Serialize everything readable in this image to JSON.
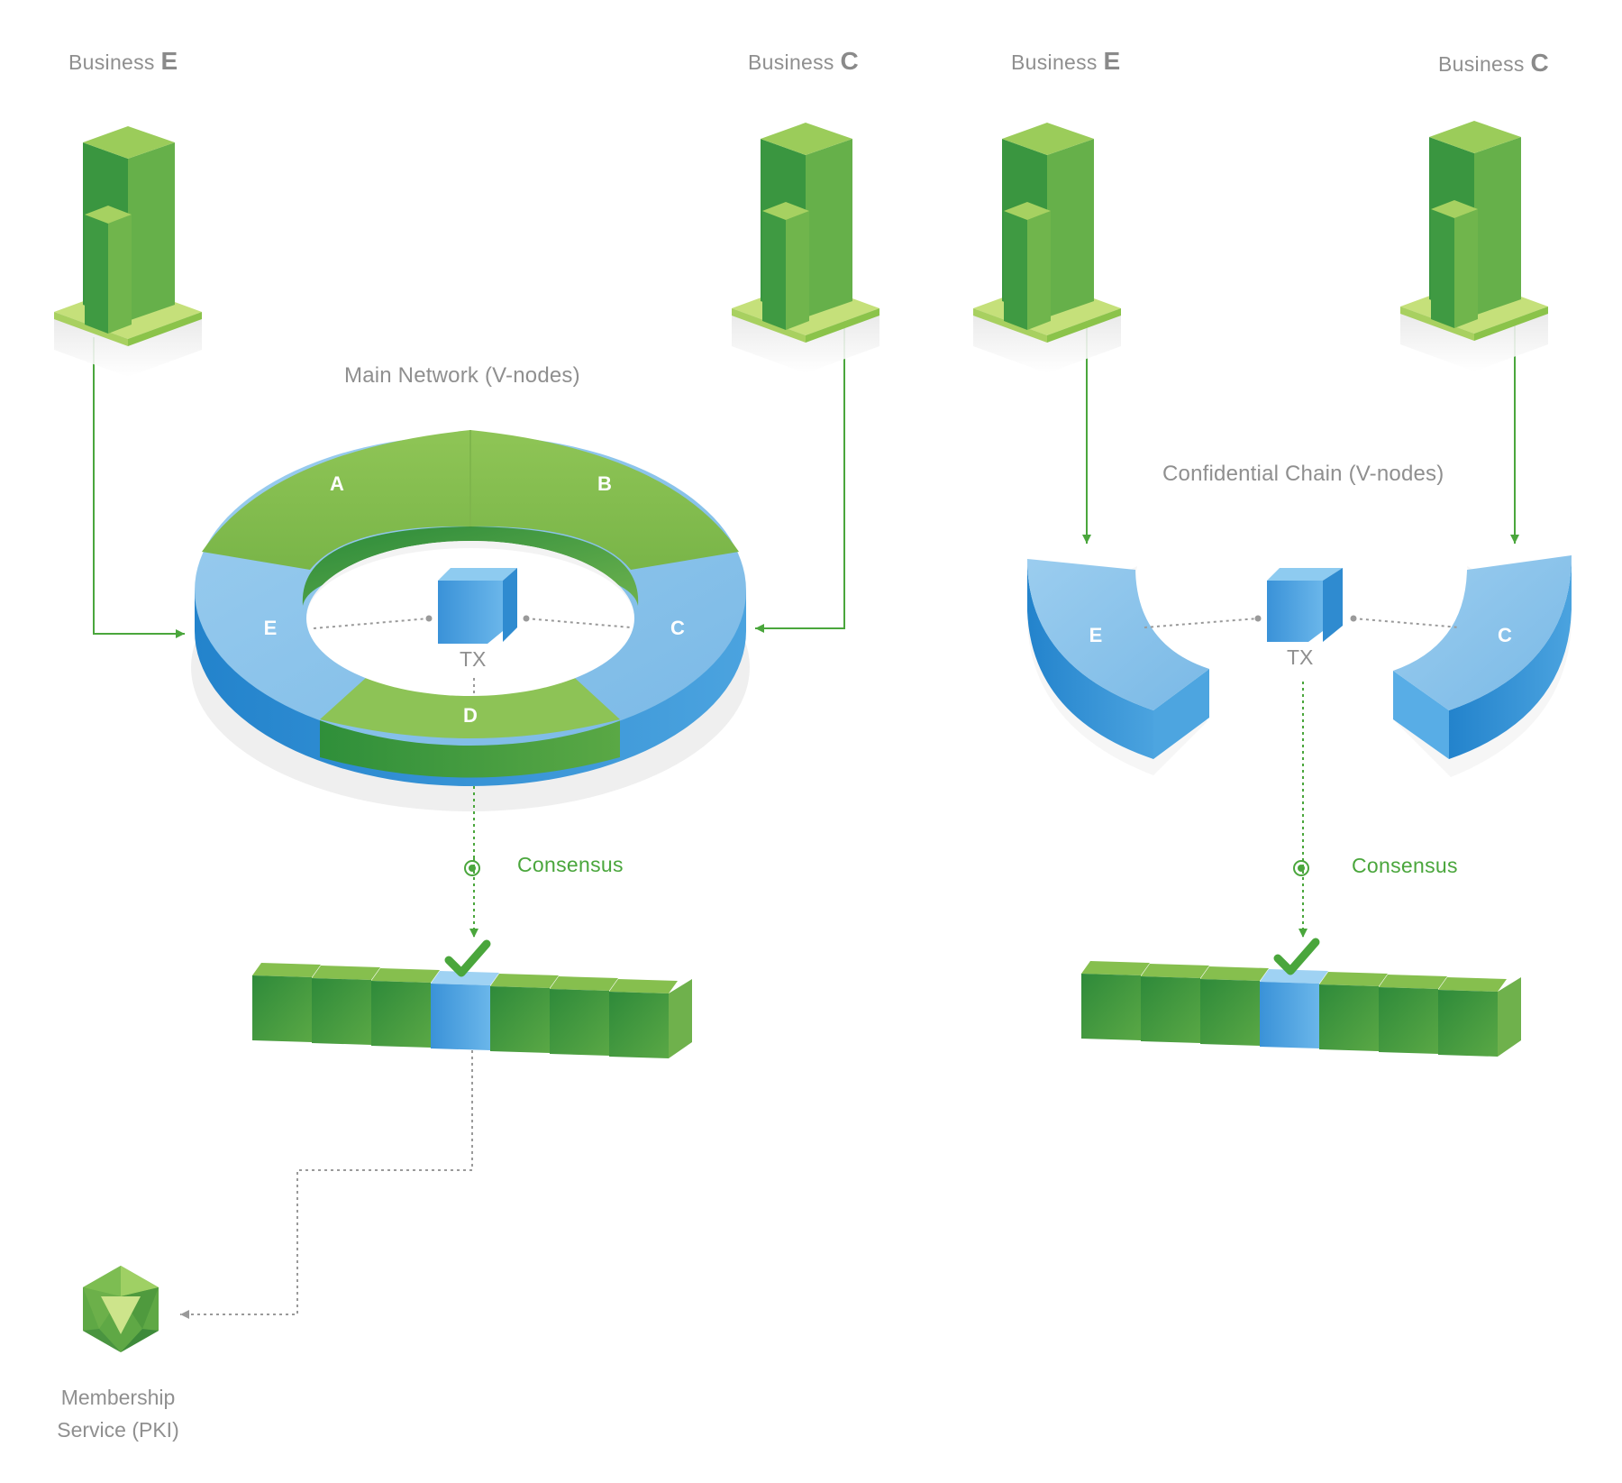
{
  "businesses": [
    {
      "prefix": "Business",
      "letter": "E"
    },
    {
      "prefix": "Business",
      "letter": "C"
    },
    {
      "prefix": "Business",
      "letter": "E"
    },
    {
      "prefix": "Business",
      "letter": "C"
    }
  ],
  "main_network": {
    "title": "Main Network (V-nodes)",
    "segments": [
      "A",
      "B",
      "C",
      "D",
      "E"
    ],
    "tx_label": "TX",
    "consensus_label": "Consensus"
  },
  "confidential_chain": {
    "title": "Confidential Chain (V-nodes)",
    "segments": [
      "E",
      "C"
    ],
    "tx_label": "TX",
    "consensus_label": "Consensus"
  },
  "membership_service": {
    "line1": "Membership",
    "line2": "Service (PKI)"
  },
  "colors": {
    "green": "#8bc34a",
    "dark_green": "#3e9a3a",
    "blue": "#5aaee0",
    "dark_blue": "#2f8bd0",
    "gray_text": "#8f8f8f",
    "consensus_green": "#4aa63c"
  }
}
